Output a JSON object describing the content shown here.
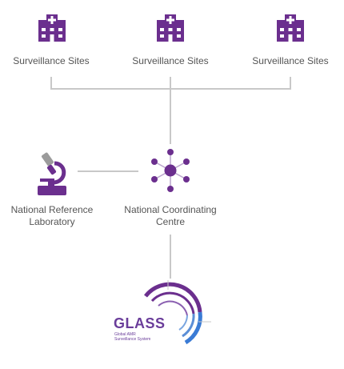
{
  "colors": {
    "purple": "#6b2f8e",
    "line": "#c8c8c8",
    "text": "#555555",
    "glass_blue": "#3a7bd5"
  },
  "sites": [
    {
      "label": "Surveillance Sites",
      "icon": "hospital-icon"
    },
    {
      "label": "Surveillance Sites",
      "icon": "hospital-icon"
    },
    {
      "label": "Surveillance Sites",
      "icon": "hospital-icon"
    }
  ],
  "lab": {
    "line1": "National Reference",
    "line2": "Laboratory",
    "icon": "microscope-icon"
  },
  "centre": {
    "line1": "National Coordinating",
    "line2": "Centre",
    "icon": "network-hub-icon"
  },
  "glass": {
    "title": "GLASS",
    "sub1": "Global AMR",
    "sub2": "Surveillance System",
    "icon": "glass-logo"
  }
}
